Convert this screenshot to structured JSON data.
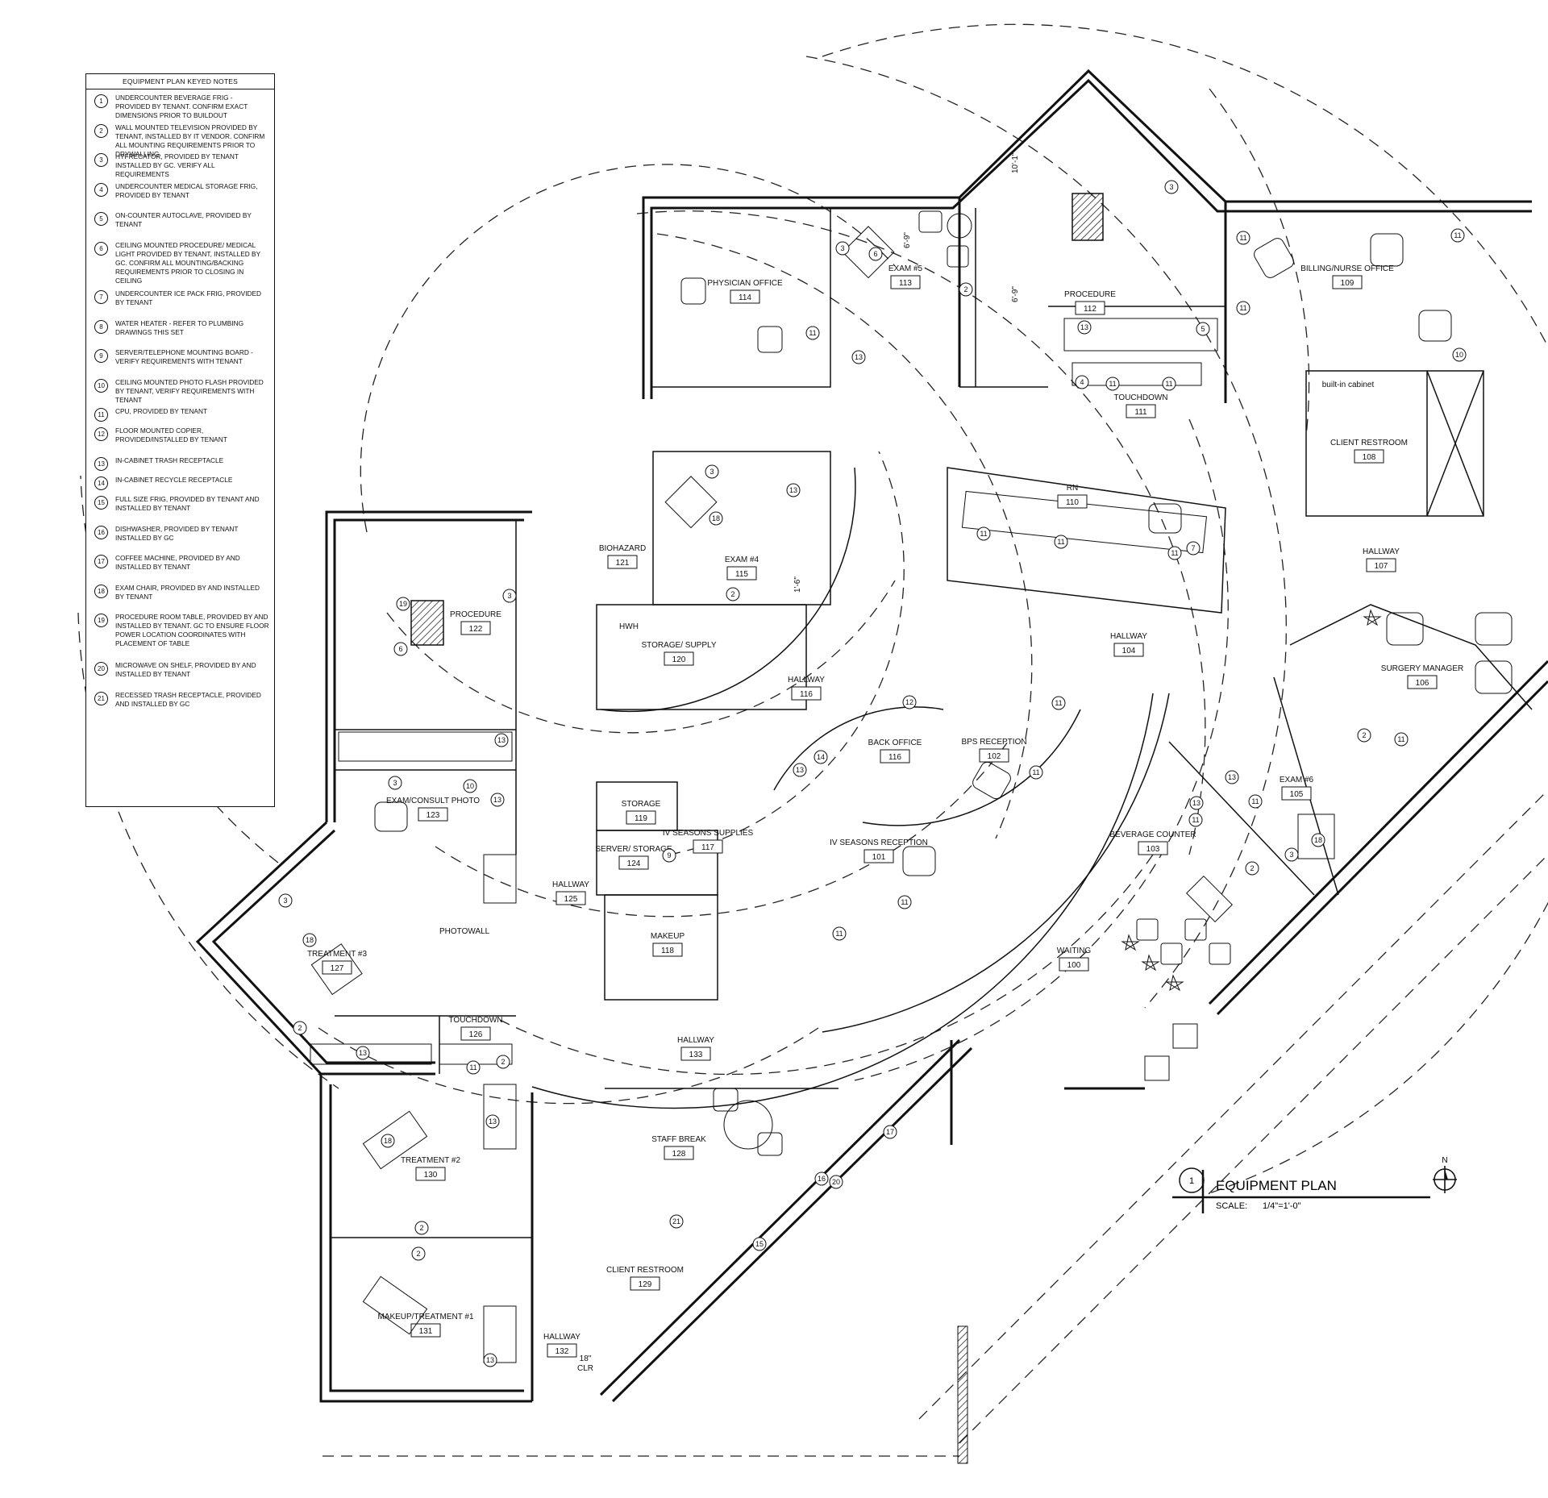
{
  "keyed_notes": {
    "title": "EQUIPMENT PLAN KEYED NOTES",
    "items": [
      {
        "num": "1",
        "text": "UNDERCOUNTER BEVERAGE FRIG - PROVIDED BY TENANT.  CONFIRM EXACT DIMENSIONS PRIOR TO BUILDOUT"
      },
      {
        "num": "2",
        "text": "WALL MOUNTED TELEVISION PROVIDED BY TENANT, INSTALLED BY IT VENDOR. CONFIRM ALL MOUNTING REQUIREMENTS PRIOR TO DRYWALLING"
      },
      {
        "num": "3",
        "text": "HYFRECATOR, PROVIDED BY TENANT INSTALLED BY GC.  VERIFY ALL REQUIREMENTS"
      },
      {
        "num": "4",
        "text": "UNDERCOUNTER MEDICAL STORAGE FRIG, PROVIDED BY TENANT"
      },
      {
        "num": "5",
        "text": "ON-COUNTER AUTOCLAVE, PROVIDED BY TENANT"
      },
      {
        "num": "6",
        "text": "CEILING MOUNTED PROCEDURE/ MEDICAL LIGHT PROVIDED BY TENANT, INSTALLED BY GC.  CONFIRM ALL MOUNTING/BACKING REQUIREMENTS PRIOR TO CLOSING IN CEILING"
      },
      {
        "num": "7",
        "text": "UNDERCOUNTER ICE PACK FRIG, PROVIDED BY TENANT"
      },
      {
        "num": "8",
        "text": "WATER HEATER - REFER TO PLUMBING DRAWINGS THIS SET"
      },
      {
        "num": "9",
        "text": "SERVER/TELEPHONE MOUNTING BOARD - VERIFY REQUIREMENTS WITH TENANT"
      },
      {
        "num": "10",
        "text": "CEILING MOUNTED PHOTO FLASH PROVIDED BY TENANT, VERIFY REQUIREMENTS WITH TENANT"
      },
      {
        "num": "11",
        "text": "CPU, PROVIDED BY TENANT"
      },
      {
        "num": "12",
        "text": "FLOOR MOUNTED COPIER, PROVIDED/INSTALLED BY TENANT"
      },
      {
        "num": "13",
        "text": "IN-CABINET TRASH RECEPTACLE"
      },
      {
        "num": "14",
        "text": "IN-CABINET RECYCLE RECEPTACLE"
      },
      {
        "num": "15",
        "text": "FULL SIZE FRIG, PROVIDED BY TENANT AND INSTALLED BY TENANT"
      },
      {
        "num": "16",
        "text": "DISHWASHER, PROVIDED BY TENANT INSTALLED BY GC"
      },
      {
        "num": "17",
        "text": "COFFEE MACHINE, PROVIDED BY AND INSTALLED BY TENANT"
      },
      {
        "num": "18",
        "text": "EXAM CHAIR, PROVIDED BY AND INSTALLED BY TENANT"
      },
      {
        "num": "19",
        "text": "PROCEDURE ROOM TABLE, PROVIDED BY AND INSTALLED BY TENANT.  GC TO ENSURE FLOOR POWER LOCATION COORDINATES WITH PLACEMENT OF TABLE"
      },
      {
        "num": "20",
        "text": "MICROWAVE ON SHELF, PROVIDED BY AND INSTALLED BY TENANT"
      },
      {
        "num": "21",
        "text": "RECESSED TRASH RECEPTACLE, PROVIDED AND INSTALLED BY GC"
      }
    ]
  },
  "rooms": [
    {
      "name": "WAITING",
      "num": "100"
    },
    {
      "name": "IV SEASONS RECEPTION",
      "num": "101"
    },
    {
      "name": "BPS RECEPTION",
      "num": "102"
    },
    {
      "name": "BEVERAGE COUNTER",
      "num": "103"
    },
    {
      "name": "HALLWAY",
      "num": "104"
    },
    {
      "name": "EXAM #6",
      "num": "105"
    },
    {
      "name": "SURGERY MANAGER",
      "num": "106"
    },
    {
      "name": "HALLWAY",
      "num": "107"
    },
    {
      "name": "CLIENT RESTROOM",
      "num": "108"
    },
    {
      "name": "BILLING/NURSE OFFICE",
      "num": "109"
    },
    {
      "name": "RN",
      "num": "110"
    },
    {
      "name": "TOUCHDOWN",
      "num": "111"
    },
    {
      "name": "PROCEDURE",
      "num": "112"
    },
    {
      "name": "EXAM #5",
      "num": "113"
    },
    {
      "name": "PHYSICIAN OFFICE",
      "num": "114"
    },
    {
      "name": "EXAM #4",
      "num": "115"
    },
    {
      "name": "HALLWAY",
      "num": "116"
    },
    {
      "name": "BACK OFFICE",
      "num": "116"
    },
    {
      "name": "IV SEASONS SUPPLIES",
      "num": "117"
    },
    {
      "name": "MAKEUP",
      "num": "118"
    },
    {
      "name": "STORAGE",
      "num": "119"
    },
    {
      "name": "STORAGE/ SUPPLY",
      "num": "120"
    },
    {
      "name": "BIOHAZARD",
      "num": "121"
    },
    {
      "name": "PROCEDURE",
      "num": "122"
    },
    {
      "name": "EXAM/CONSULT PHOTO",
      "num": "123"
    },
    {
      "name": "SERVER/ STORAGE",
      "num": "124"
    },
    {
      "name": "HALLWAY",
      "num": "125"
    },
    {
      "name": "TOUCHDOWN",
      "num": "126"
    },
    {
      "name": "TREATMENT #3",
      "num": "127"
    },
    {
      "name": "STAFF BREAK",
      "num": "128"
    },
    {
      "name": "CLIENT RESTROOM",
      "num": "129"
    },
    {
      "name": "TREATMENT #2",
      "num": "130"
    },
    {
      "name": "MAKEUP/TREATMENT #1",
      "num": "131"
    },
    {
      "name": "HALLWAY",
      "num": "132"
    },
    {
      "name": "HALLWAY",
      "num": "133"
    }
  ],
  "annotations": {
    "photowall": "PHOTOWALL",
    "builtin_cabinet": "built-in cabinet",
    "dim_10_1": "10'-1\"",
    "dim_6_9": "6'-9\"",
    "dim_1_6": "1'-6\"",
    "dim_6_9b": "6'-9\"",
    "clr_line1": "18\"",
    "clr_line2": "CLR",
    "water_heater_tag": "HWH"
  },
  "title_block": {
    "drawing_number": "1",
    "title": "EQUIPMENT PLAN",
    "scale_label": "SCALE:",
    "scale_value": "1/4\"=1'-0\"",
    "north_label": "N"
  }
}
